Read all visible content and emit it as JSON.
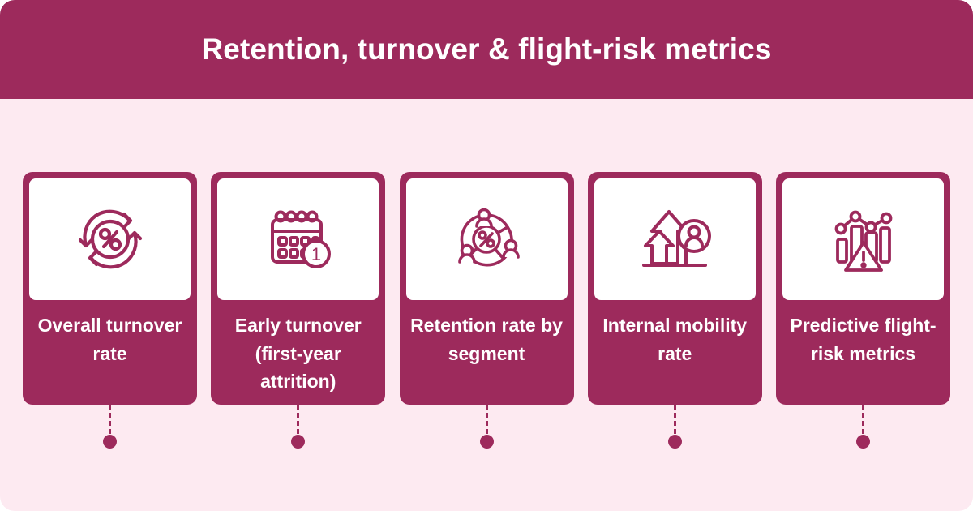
{
  "header": {
    "title": "Retention, turnover & flight-risk metrics"
  },
  "theme": {
    "brand": "#9d2a5c",
    "background": "#fdeaf1",
    "panel": "#ffffff",
    "text_on_brand": "#ffffff"
  },
  "cards": [
    {
      "icon": "turnover-cycle-percent-icon",
      "label": "Overall turnover rate"
    },
    {
      "icon": "calendar-first-year-icon",
      "label": "Early turnover (first-year attrition)"
    },
    {
      "icon": "segmented-pie-people-percent-icon",
      "label": "Retention rate by segment"
    },
    {
      "icon": "upward-arrows-person-icon",
      "label": "Internal mobility rate"
    },
    {
      "icon": "bar-chart-warning-icon",
      "label": "Predictive flight-risk metrics"
    }
  ],
  "connectors": [
    {
      "name": "connector-1"
    },
    {
      "name": "connector-2"
    },
    {
      "name": "connector-3"
    },
    {
      "name": "connector-4"
    },
    {
      "name": "connector-5"
    }
  ]
}
